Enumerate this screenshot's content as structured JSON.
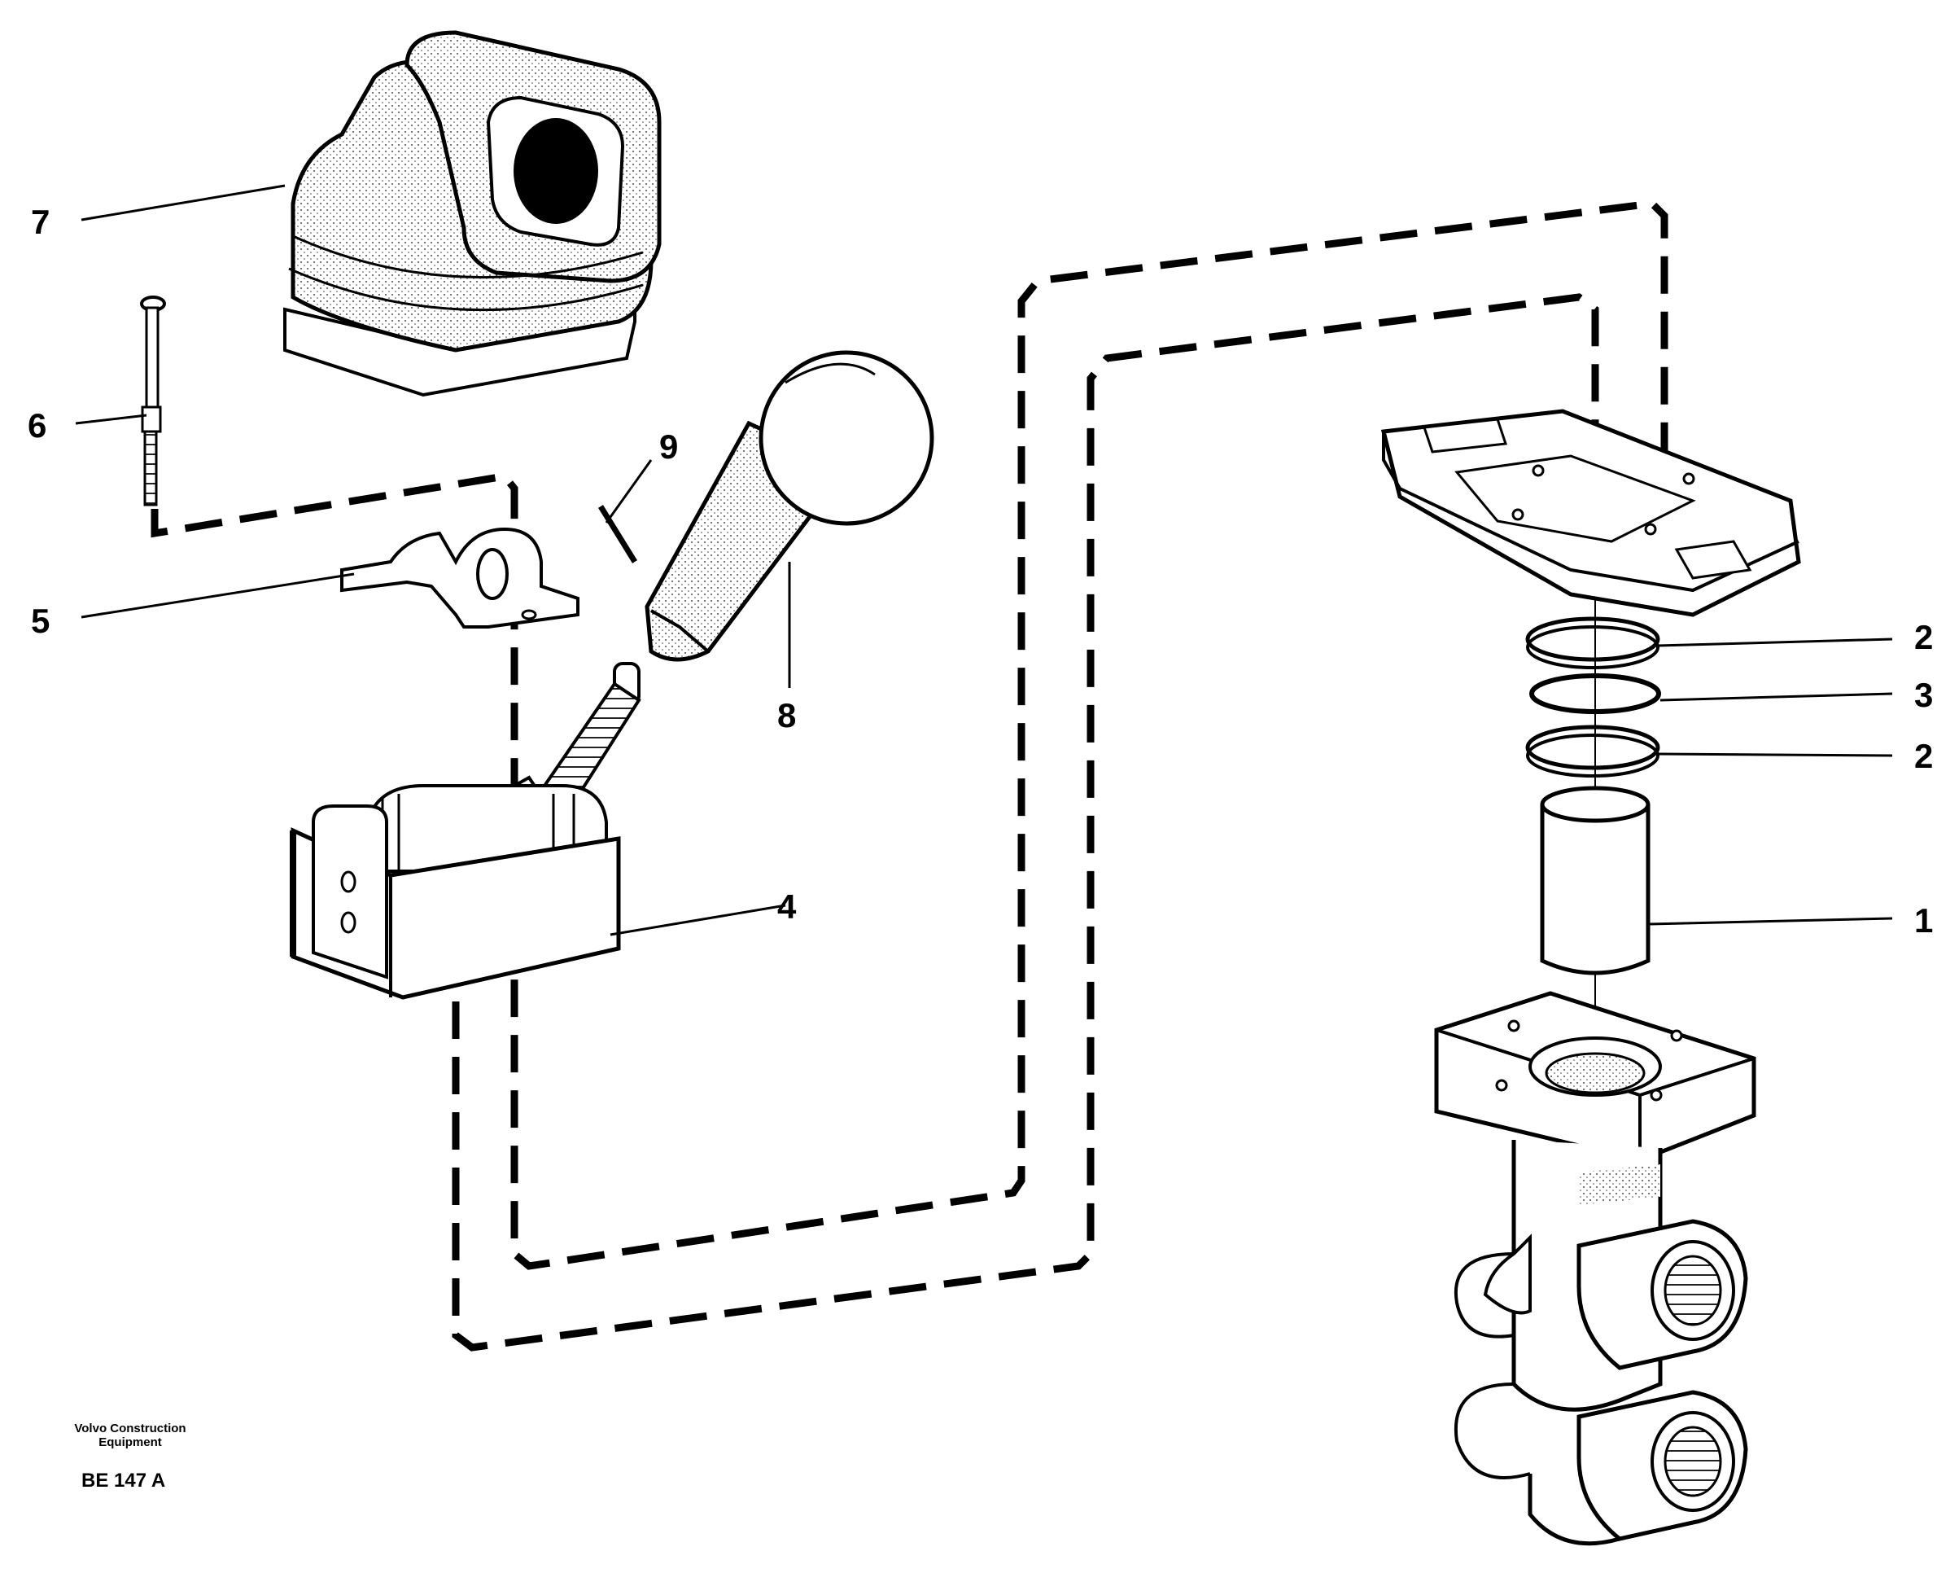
{
  "callouts": {
    "c1": "1",
    "c2a": "2",
    "c2b": "2",
    "c3": "3",
    "c4": "4",
    "c5": "5",
    "c6": "6",
    "c7": "7",
    "c8": "8",
    "c9": "9"
  },
  "credit": {
    "line1": "Volvo Construction",
    "line2": "Equipment",
    "code": "BE 147 A"
  }
}
